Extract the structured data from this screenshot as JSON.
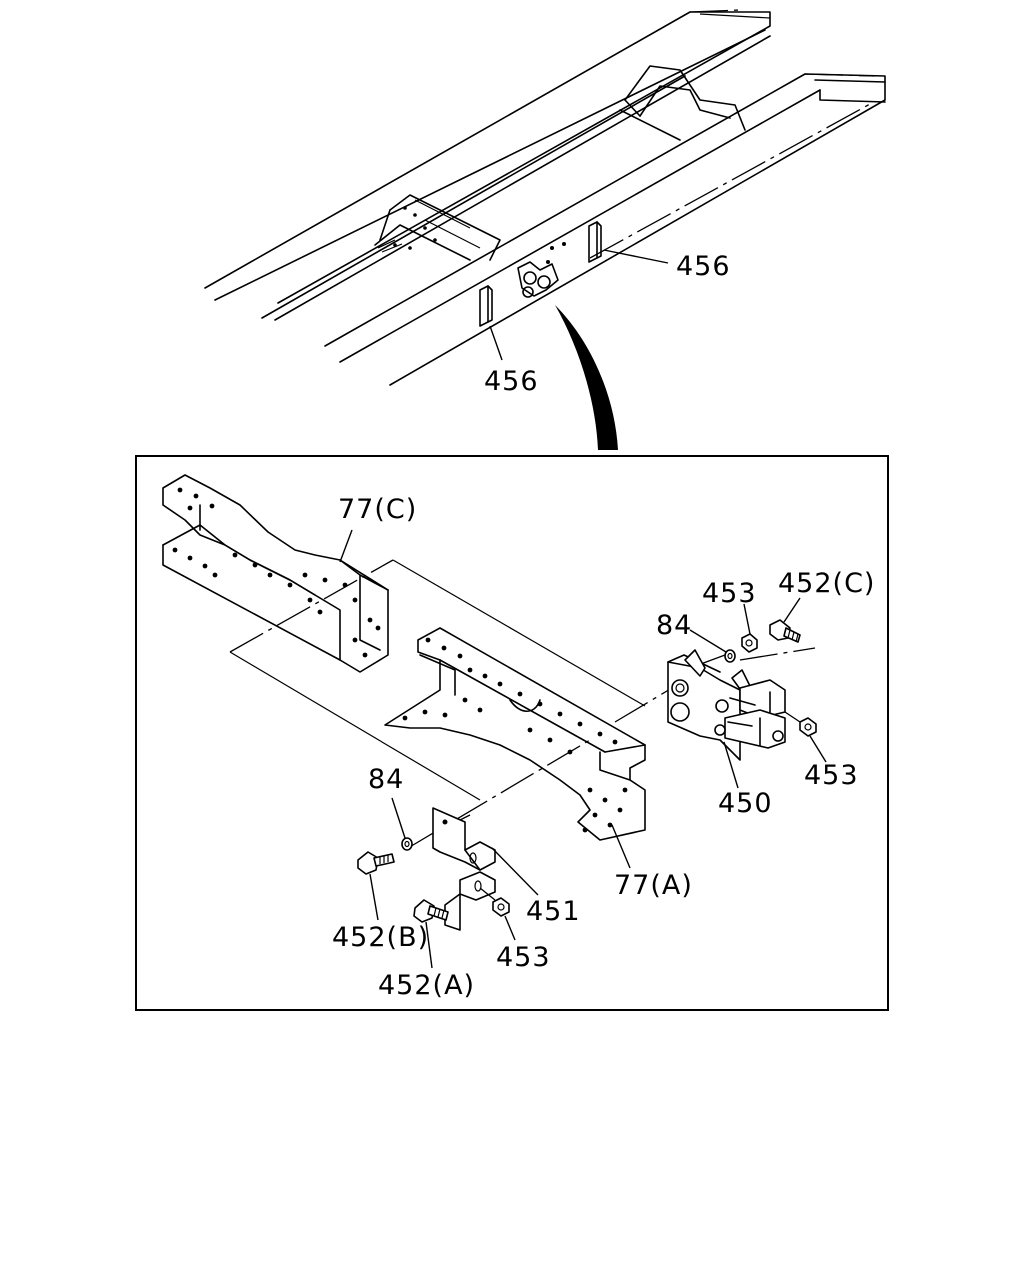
{
  "labels": {
    "p456_upper": "456",
    "p456_lower": "456",
    "p77c": "77(C)",
    "p453_top": "453",
    "p452c": "452(C)",
    "p84_right": "84",
    "p453_right": "453",
    "p450": "450",
    "p84_left": "84",
    "p77a": "77(A)",
    "p451": "451",
    "p452b": "452(B)",
    "p453_bottom": "453",
    "p452a": "452(A)"
  },
  "icons": {
    "callout_arrow": "curved-arrow-icon"
  }
}
